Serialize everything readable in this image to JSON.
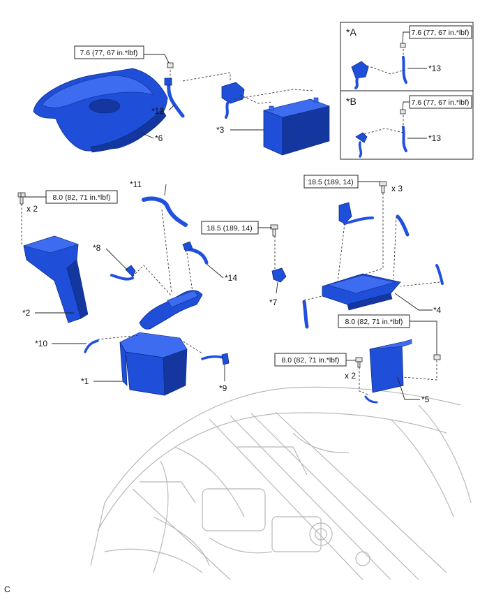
{
  "parts": {
    "p1": "*1",
    "p2": "*2",
    "p3": "*3",
    "p4": "*4",
    "p5": "*5",
    "p6": "*6",
    "p7": "*7",
    "p8": "*8",
    "p9": "*9",
    "p10": "*10",
    "p11": "*11",
    "p12": "*12",
    "p13a": "*13",
    "p13b": "*13",
    "p14": "*14"
  },
  "insets": {
    "a": "*A",
    "b": "*B"
  },
  "torques": {
    "t_terminal_main": "7.6 (77, 67 in.*lbf)",
    "t_terminal_a": "7.6 (77, 67 in.*lbf)",
    "t_terminal_b": "7.6 (77, 67 in.*lbf)",
    "t_inlet": "8.0 (82, 71 in.*lbf)",
    "t_bracket7": "18.5 (189, 14)",
    "t_tray": "18.5 (189, 14)",
    "t_ecu_right": "8.0 (82, 71 in.*lbf)",
    "t_ecu_left": "8.0 (82, 71 in.*lbf)"
  },
  "quantities": {
    "q_inlet": "x 2",
    "q_tray": "x 3",
    "q_ecu": "x 2"
  },
  "corner_code": "C",
  "colors": {
    "part_blue": "#1f4fd8",
    "outline": "#222222",
    "engine_gray": "#b8b8b8"
  }
}
